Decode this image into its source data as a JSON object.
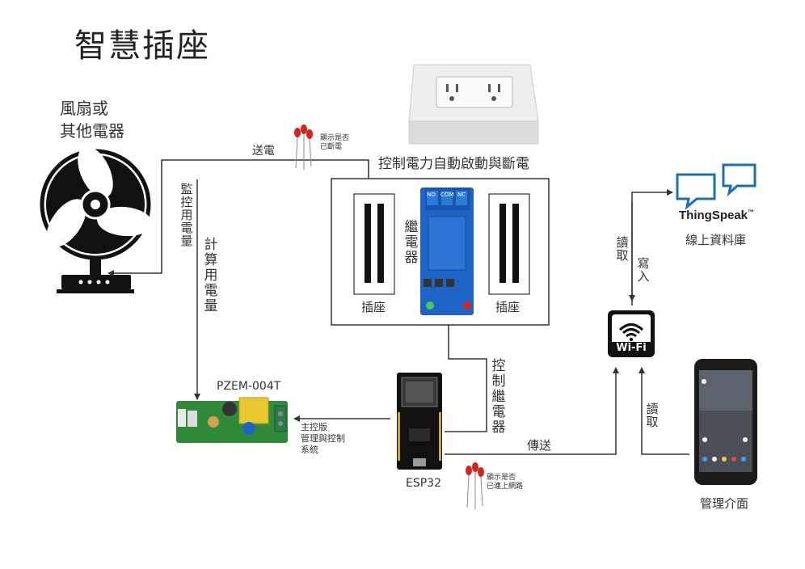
{
  "title": "智慧插座",
  "fan": {
    "label_line1": "風扇或",
    "label_line2": "其他電器"
  },
  "wires": {
    "send_power": "送電",
    "monitor_power": "監控用電量",
    "calc_power": "計算用電量",
    "control_relay": "控制繼電器",
    "transmit": "傳送",
    "read_left": "讀取",
    "write": "寫入",
    "read_right": "讀取"
  },
  "leds": {
    "top_note_line1": "顯示是否",
    "top_note_line2": "已斷電",
    "bottom_note_line1": "顯示是否",
    "bottom_note_line2": "已連上網路"
  },
  "relay_box": {
    "caption": "控制電力自動啟動與斷電",
    "relay_label": "繼電器",
    "socket_left": "插座",
    "socket_right": "插座",
    "relay_terminals": [
      "NO",
      "COM",
      "NC"
    ]
  },
  "pzem": {
    "name": "PZEM-004T",
    "note_line1": "主控版",
    "note_line2": "管理與控制",
    "note_line3": "系統"
  },
  "esp32": {
    "name": "ESP32"
  },
  "thingspeak": {
    "brand": "ThingSpeak",
    "tm": "™",
    "caption": "線上資料庫"
  },
  "wifi": {
    "text": "Wi-Fi"
  },
  "phone": {
    "caption": "管理介面"
  },
  "colors": {
    "line": "#333333",
    "relay_blue": "#1e63c6",
    "thingspeak_blue": "#1a6fb0",
    "pcb_green": "#2f8a3a",
    "led_red": "#d8231c"
  }
}
